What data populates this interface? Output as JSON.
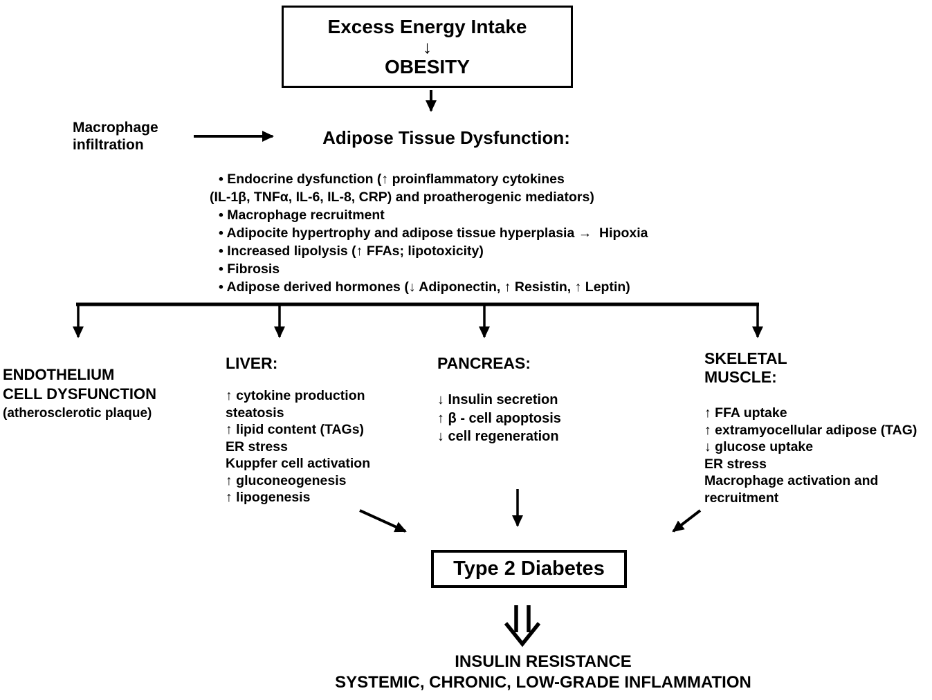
{
  "diagram": {
    "colors": {
      "ink": "#000000",
      "background": "#ffffff"
    },
    "top_box": {
      "line1": "Excess Energy Intake",
      "arrow": "↓",
      "line2": "OBESITY"
    },
    "macrophage": {
      "line1": "Macrophage",
      "line2": "infiltration"
    },
    "adipose_heading": "Adipose Tissue Dysfunction:",
    "adipose_bullets": [
      "• Endocrine dysfunction (↑ proinflammatory cytokines",
      "(IL-1β, TNFα, IL-6, IL-8, CRP) and proatherogenic mediators)",
      "• Macrophage recruitment",
      "• Adipocite hypertrophy and adipose tissue hyperplasia →  Hipoxia",
      "• Increased lipolysis (↑ FFAs; lipotoxicity)",
      "• Fibrosis",
      "• Adipose derived hormones (↓ Adiponectin, ↑ Resistin, ↑ Leptin)"
    ],
    "endothelium": {
      "line1": "ENDOTHELIUM",
      "line2": "CELL DYSFUNCTION",
      "line3": "(atherosclerotic plaque)"
    },
    "liver": {
      "title": "LIVER:",
      "items": [
        "↑ cytokine production",
        "steatosis",
        "↑ lipid content (TAGs)",
        "ER stress",
        "Kuppfer cell activation",
        "↑ gluconeogenesis",
        "↑ lipogenesis"
      ]
    },
    "pancreas": {
      "title": "PANCREAS:",
      "items": [
        "↓ Insulin secretion",
        "↑ β - cell apoptosis",
        "↓ cell regeneration"
      ]
    },
    "skeletal": {
      "title1": "SKELETAL",
      "title2": "MUSCLE:",
      "items": [
        "↑ FFA uptake",
        "↑ extramyocellular adipose (TAG)",
        "↓ glucose uptake",
        "ER stress",
        "Macrophage activation and recruitment"
      ]
    },
    "diabetes_box": "Type 2 Diabetes",
    "outcome": {
      "line1": "INSULIN RESISTANCE",
      "line2": "SYSTEMIC, CHRONIC, LOW-GRADE INFLAMMATION"
    }
  }
}
